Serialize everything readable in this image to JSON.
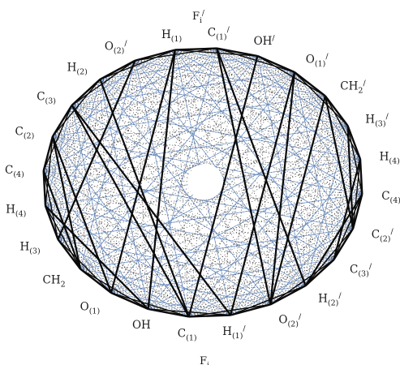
{
  "diagram": {
    "top_label": {
      "base": "F",
      "sub": "i",
      "prime": "/"
    },
    "bottom_label": {
      "base": "F",
      "sub": "i",
      "prime": ""
    },
    "nodes": [
      {
        "base": "H",
        "sub": "(1)",
        "prime": ""
      },
      {
        "base": "O",
        "sub": "(2)",
        "prime": "/"
      },
      {
        "base": "H",
        "sub": "(2)",
        "prime": ""
      },
      {
        "base": "C",
        "sub": "(3)",
        "prime": ""
      },
      {
        "base": "C",
        "sub": "(2)",
        "prime": ""
      },
      {
        "base": "C",
        "sub": "(4)",
        "prime": ""
      },
      {
        "base": "H",
        "sub": "(4)",
        "prime": ""
      },
      {
        "base": "H",
        "sub": "(3)",
        "prime": ""
      },
      {
        "base": "CH",
        "sub": "2",
        "prime": ""
      },
      {
        "base": "O",
        "sub": "(1)",
        "prime": ""
      },
      {
        "base": "OH",
        "sub": "",
        "prime": ""
      },
      {
        "base": "C",
        "sub": "(1)",
        "prime": ""
      },
      {
        "base": "H",
        "sub": "(1)",
        "prime": "/"
      },
      {
        "base": "O",
        "sub": "(2)",
        "prime": "/"
      },
      {
        "base": "H",
        "sub": "(2)",
        "prime": "/"
      },
      {
        "base": "C",
        "sub": "(3)",
        "prime": "/"
      },
      {
        "base": "C",
        "sub": "(2)",
        "prime": "/"
      },
      {
        "base": "C",
        "sub": "(4)",
        "prime": "/"
      },
      {
        "base": "H",
        "sub": "(4)",
        "prime": "/"
      },
      {
        "base": "H",
        "sub": "(3)",
        "prime": "/"
      },
      {
        "base": "CH",
        "sub": "2",
        "prime": "/"
      },
      {
        "base": "O",
        "sub": "(1)",
        "prime": "/"
      },
      {
        "base": "OH",
        "sub": "",
        "prime": "/"
      },
      {
        "base": "C",
        "sub": "(1)",
        "prime": "/"
      }
    ],
    "colors": {
      "strong_edge": "#0a0a0a",
      "dotted_edge": "#222222",
      "blue_edge": "#5b86c5",
      "label": "#1a1a1a"
    }
  }
}
